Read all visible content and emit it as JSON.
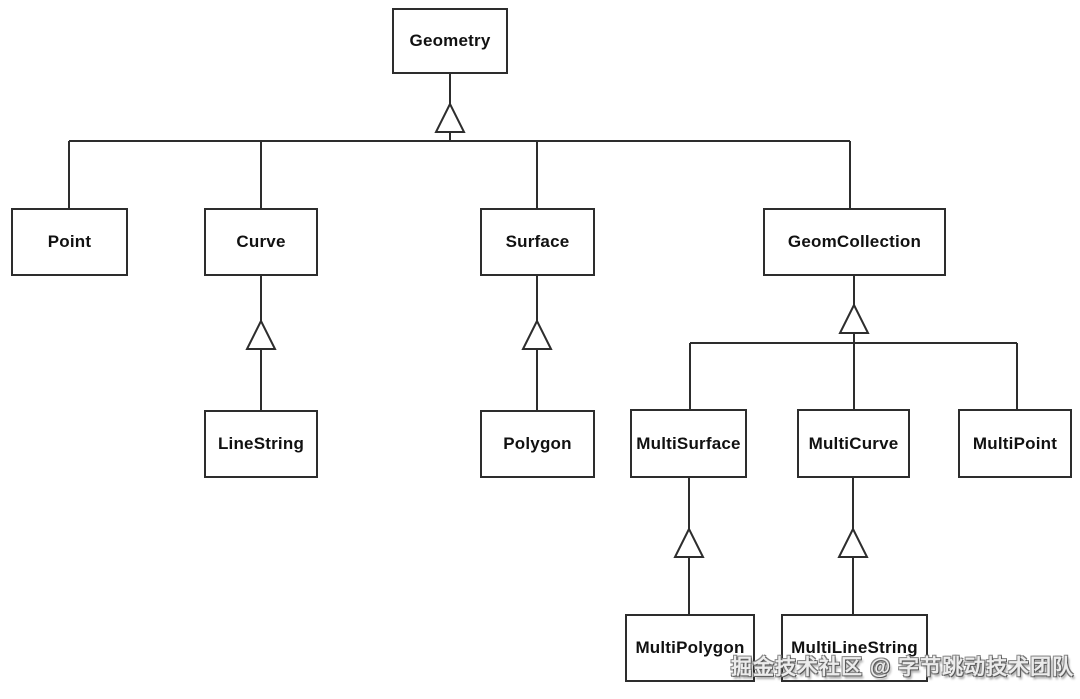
{
  "diagram": {
    "type": "uml-class-hierarchy",
    "root": "Geometry",
    "nodes": {
      "geometry": {
        "label": "Geometry"
      },
      "point": {
        "label": "Point"
      },
      "curve": {
        "label": "Curve"
      },
      "surface": {
        "label": "Surface"
      },
      "geomcollection": {
        "label": "GeomCollection"
      },
      "linestring": {
        "label": "LineString"
      },
      "polygon": {
        "label": "Polygon"
      },
      "multisurface": {
        "label": "MultiSurface"
      },
      "multicurve": {
        "label": "MultiCurve"
      },
      "multipoint": {
        "label": "MultiPoint"
      },
      "multipolygon": {
        "label": "MultiPolygon"
      },
      "multilinestring": {
        "label": "MultiLineString"
      }
    },
    "edges": [
      {
        "from": "Point",
        "to": "Geometry",
        "relation": "generalization"
      },
      {
        "from": "Curve",
        "to": "Geometry",
        "relation": "generalization"
      },
      {
        "from": "Surface",
        "to": "Geometry",
        "relation": "generalization"
      },
      {
        "from": "GeomCollection",
        "to": "Geometry",
        "relation": "generalization"
      },
      {
        "from": "LineString",
        "to": "Curve",
        "relation": "generalization"
      },
      {
        "from": "Polygon",
        "to": "Surface",
        "relation": "generalization"
      },
      {
        "from": "MultiSurface",
        "to": "GeomCollection",
        "relation": "generalization"
      },
      {
        "from": "MultiCurve",
        "to": "GeomCollection",
        "relation": "generalization"
      },
      {
        "from": "MultiPoint",
        "to": "GeomCollection",
        "relation": "generalization"
      },
      {
        "from": "MultiPolygon",
        "to": "MultiSurface",
        "relation": "generalization"
      },
      {
        "from": "MultiLineString",
        "to": "MultiCurve",
        "relation": "generalization"
      }
    ],
    "colors": {
      "line": "#2d2d2d",
      "box_fill": "#ffffff",
      "text": "#111111",
      "background": "#ffffff"
    }
  },
  "watermark": {
    "text": "掘金技术社区 @ 字节跳动技术团队"
  }
}
